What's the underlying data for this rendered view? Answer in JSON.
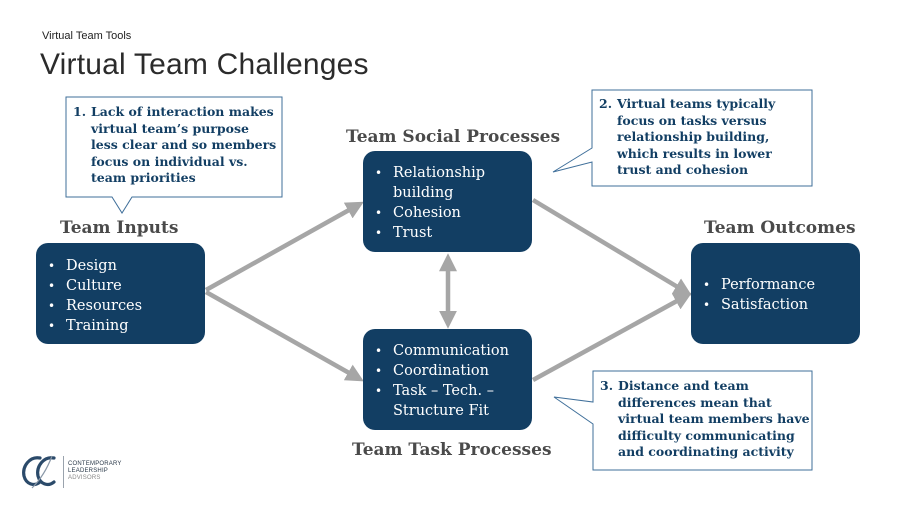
{
  "kicker": "Virtual Team Tools",
  "title": "Virtual Team Challenges",
  "nodes": {
    "inputs": {
      "heading": "Team Inputs",
      "items": [
        "Design",
        "Culture",
        "Resources",
        "Training"
      ]
    },
    "social": {
      "heading": "Team Social Processes",
      "items": [
        "Relationship building",
        "Cohesion",
        "Trust"
      ]
    },
    "task": {
      "heading": "Team Task Processes",
      "items": [
        "Communication",
        "Coordination",
        "Task – Tech. – Structure Fit"
      ]
    },
    "outcomes": {
      "heading": "Team Outcomes",
      "items": [
        "Performance",
        "Satisfaction"
      ]
    }
  },
  "callouts": [
    {
      "num": "1.",
      "text": "Lack of interaction makes virtual team’s purpose less clear and so members focus on individual vs. team priorities"
    },
    {
      "num": "2.",
      "text": "Virtual teams typically focus on tasks versus relationship building, which results in lower trust and cohesion"
    },
    {
      "num": "3.",
      "text": "Distance and team differences mean that virtual team members have difficulty communicating and coordinating activity"
    }
  ],
  "logo": {
    "line1": "CONTEMPORARY",
    "line2": "LEADERSHIP",
    "line3": "ADVISORS"
  },
  "colors": {
    "box": "#123e63",
    "arrow": "#a6a6a6",
    "callout_border": "#3f6f9a"
  }
}
